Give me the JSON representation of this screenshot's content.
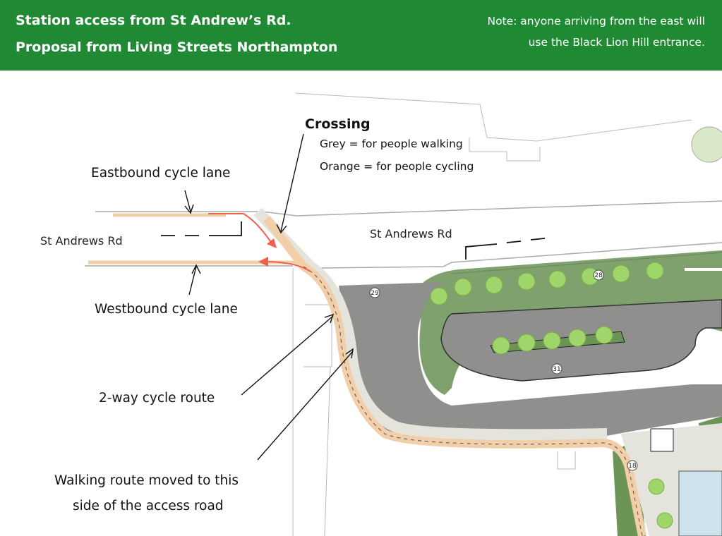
{
  "header": {
    "title_line1": "Station access from St Andrew’s Rd.",
    "title_line2": "Proposal from Living Streets Northampton",
    "note_line1": "Note: anyone arriving from the east will",
    "note_line2": "use the Black Lion Hill entrance.",
    "background_color": "#1f8a33"
  },
  "annotations": {
    "crossing_title": "Crossing",
    "crossing_grey": "Grey = for people walking",
    "crossing_orange": "Orange = for people cycling",
    "eastbound": "Eastbound cycle lane",
    "westbound": "Westbound cycle lane",
    "two_way": "2-way cycle route",
    "walking_line1": "Walking route moved to this",
    "walking_line2": "side of the access road"
  },
  "roads": {
    "left_label": "St Andrews Rd",
    "right_label": "St Andrews Rd"
  },
  "markers": [
    "29",
    "28",
    "31",
    "18"
  ],
  "colors": {
    "cycle": "#f2cfa8",
    "walk": "#e4e4dc",
    "arrow": "#f0604c",
    "road": "#8f8f8d",
    "tree": "#9fd56a"
  }
}
